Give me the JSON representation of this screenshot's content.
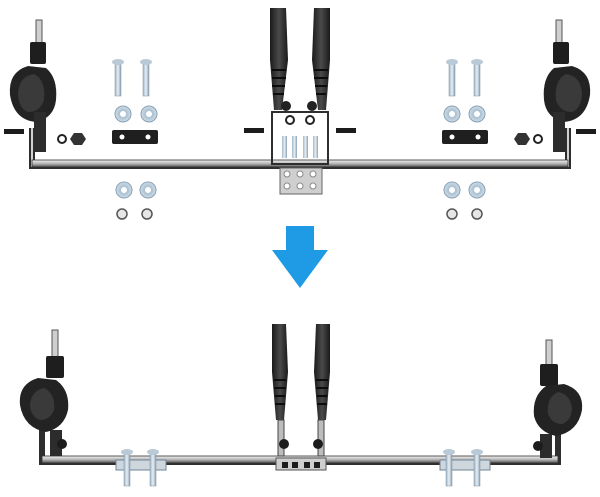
{
  "image": {
    "background": "#ffffff",
    "arrow_color": "#1f9be6",
    "arrow_icon": "down-arrow-icon",
    "panels": [
      {
        "name": "disassembled-kit",
        "state": "parts laid out"
      },
      {
        "name": "assembled-kit",
        "state": "parts assembled"
      }
    ]
  }
}
